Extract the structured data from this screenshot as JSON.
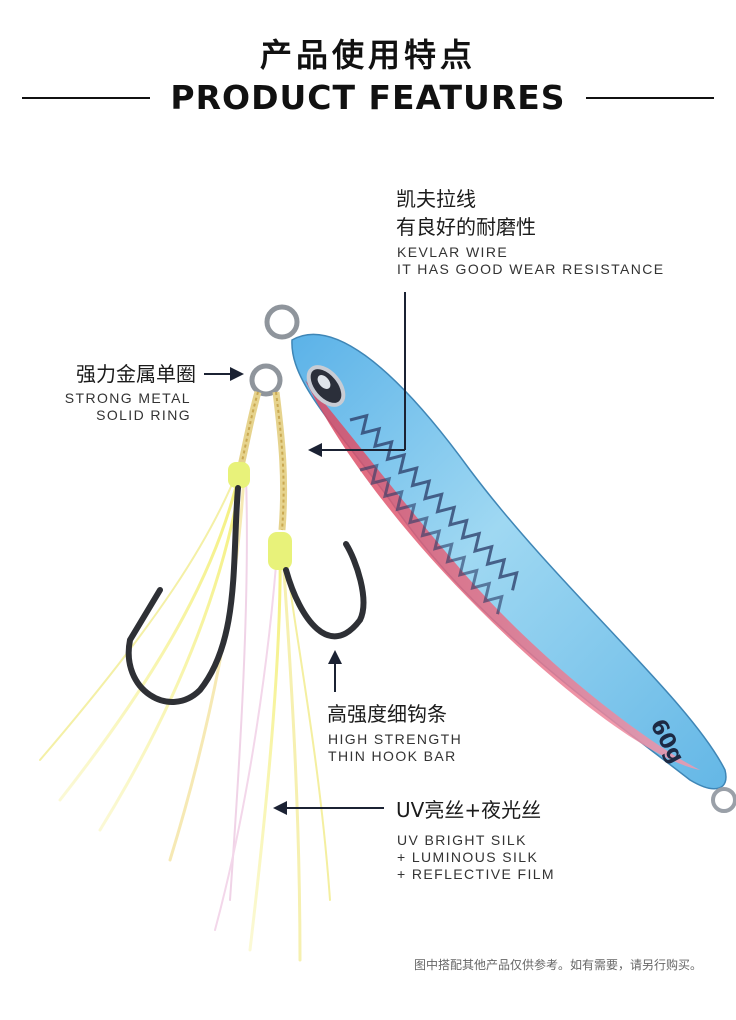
{
  "header": {
    "title_cn": "产品使用特点",
    "title_en": "PRODUCT FEATURES"
  },
  "callouts": {
    "kevlar": {
      "cn_line1": "凯夫拉线",
      "cn_line2": "有良好的耐磨性",
      "en_line1": "KEVLAR WIRE",
      "en_line2": "IT HAS GOOD WEAR RESISTANCE"
    },
    "ring": {
      "cn": "强力金属单圈",
      "en_line1": "STRONG METAL",
      "en_line2": "SOLID RING"
    },
    "hook": {
      "cn": "高强度细钩条",
      "en_line1": "HIGH STRENGTH",
      "en_line2": "THIN HOOK BAR"
    },
    "silk": {
      "cn": "UV亮丝+夜光丝",
      "en_line1": "UV BRIGHT SILK",
      "en_line2": "+ LUMINOUS SILK",
      "en_line3": "+ REFLECTIVE FILM"
    }
  },
  "lure": {
    "weight_label": "60g"
  },
  "footnote": "图中搭配其他产品仅供参考。如有需要，请另行购买。",
  "colors": {
    "lure_blue": "#7fc6ea",
    "lure_pink": "#e2607e",
    "skirt_yellow": "#f2f08a",
    "arrow": "#1b2233"
  }
}
